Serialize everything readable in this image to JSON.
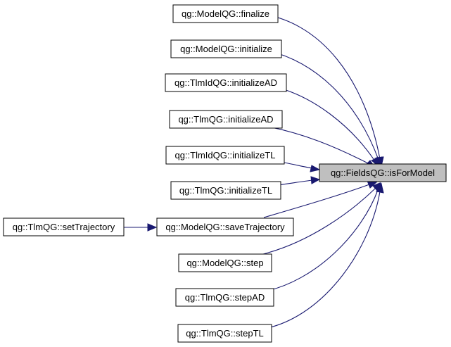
{
  "colors": {
    "edge": "#191970",
    "target_fill": "#bfbfbf",
    "node_fill": "#ffffff"
  },
  "graph": {
    "target": {
      "label": "qg::FieldsQG::isForModel"
    },
    "callers": [
      {
        "label": "qg::ModelQG::finalize"
      },
      {
        "label": "qg::ModelQG::initialize"
      },
      {
        "label": "qg::TlmIdQG::initializeAD"
      },
      {
        "label": "qg::TlmQG::initializeAD"
      },
      {
        "label": "qg::TlmIdQG::initializeTL"
      },
      {
        "label": "qg::TlmQG::initializeTL"
      },
      {
        "label": "qg::ModelQG::saveTrajectory"
      },
      {
        "label": "qg::ModelQG::step"
      },
      {
        "label": "qg::TlmQG::stepAD"
      },
      {
        "label": "qg::TlmQG::stepTL"
      }
    ],
    "indirect_callers": [
      {
        "label": "qg::TlmQG::setTrajectory"
      }
    ]
  }
}
